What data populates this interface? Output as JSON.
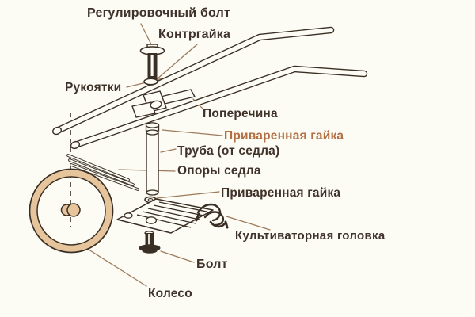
{
  "diagram": {
    "subject": "Exploded assembly diagram of a homemade wheel hoe cultivator",
    "language": "ru",
    "labels": {
      "adjusting_bolt": "Регулировочный болт",
      "locknut": "Контргайка",
      "handles": "Рукоятки",
      "crossbar": "Поперечина",
      "welded_nut_top": "Приваренная гайка",
      "tube": "Труба (от седла)",
      "saddle_supports": "Опоры седла",
      "welded_nut_bottom": "Приваренная гайка",
      "cultivator_head": "Культиваторная головка",
      "bolt": "Болт",
      "wheel": "Колесо"
    },
    "colors": {
      "background": "#fcfbf4",
      "line_dark": "#3a2f24",
      "leader_line": "#9c7a5a",
      "wheel_rim_tan": "#e6c49c",
      "label_dark": "#3f322a",
      "label_accent_orange": "#b26f42"
    }
  }
}
